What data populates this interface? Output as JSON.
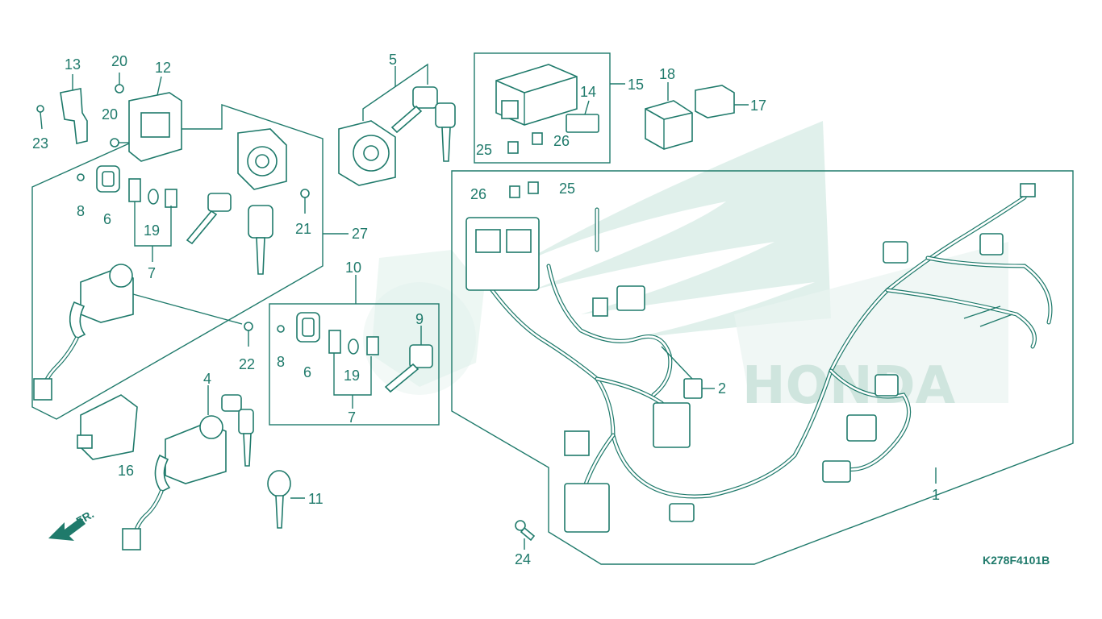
{
  "diagram": {
    "reference_code": "K278F4101B",
    "direction_label": "FR.",
    "brand_watermark": "HONDA",
    "colors": {
      "ink": "#1f7a6b",
      "watermark": "#dbeee8",
      "background": "#ffffff"
    },
    "callouts": {
      "c1": "1",
      "c2": "2",
      "c4": "4",
      "c5": "5",
      "c6a": "6",
      "c6b": "6",
      "c7a": "7",
      "c7b": "7",
      "c8a": "8",
      "c8b": "8",
      "c9": "9",
      "c10": "10",
      "c11": "11",
      "c12": "12",
      "c13": "13",
      "c14": "14",
      "c15": "15",
      "c16": "16",
      "c17": "17",
      "c18": "18",
      "c19a": "19",
      "c19b": "19",
      "c20a": "20",
      "c20b": "20",
      "c21": "21",
      "c22": "22",
      "c23": "23",
      "c24": "24",
      "c25a": "25",
      "c25b": "25",
      "c26a": "26",
      "c26b": "26",
      "c27": "27"
    }
  }
}
